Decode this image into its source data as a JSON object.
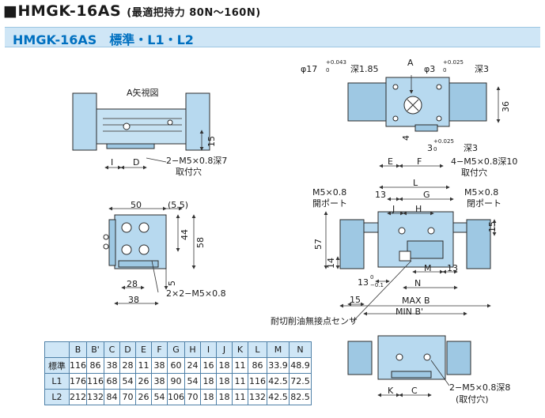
{
  "header": {
    "title": "■HMGK-16AS",
    "subtitle": "(最適把持力 80N～160N)",
    "banner": "HMGK-16AS　標準・L1・L2"
  },
  "colors": {
    "banner_bg": "#cfe6f6",
    "banner_text": "#0070c0",
    "part_fill": "#b7d9ef",
    "part_dark": "#9ec8e3",
    "outline": "#2b2b2b",
    "dimension": "#333333"
  },
  "view_a": {
    "label": "A矢視図",
    "dim_i": "I",
    "dim_d": "D",
    "dim_15": "15",
    "note1": "2−M5×0.8深7",
    "note2": "取付穴"
  },
  "side_view": {
    "dim_50": "50",
    "dim_55": "(5.5)",
    "dim_44": "44",
    "dim_58": "58",
    "dim_28": "28",
    "dim_5": "5",
    "dim_38": "38",
    "note": "2×2−M5×0.8"
  },
  "top_right": {
    "bore17": "φ17",
    "bore17_tol_top": "+0.043",
    "bore17_tol_bot": "0",
    "bore17_depth": "深1.85",
    "arrow_a": "A",
    "bore3": "φ3",
    "bore3_tol_top": "+0.025",
    "bore3_tol_bot": "0",
    "bore3_depth": "深3",
    "dim_36": "36",
    "dim_4": "4",
    "slot3": "3",
    "slot3_tol_top": "+0.025",
    "slot3_tol_bot": "0",
    "slot_depth": "深3",
    "dim_e": "E",
    "dim_f": "F",
    "note1": "4−M5×0.8深10",
    "note2": "取付穴"
  },
  "front_right": {
    "port_left_1": "M5×0.8",
    "port_left_2": "開ポート",
    "port_right_1": "M5×0.8",
    "port_right_2": "閉ポート",
    "dim_l": "L",
    "dim_13": "13",
    "dim_g": "G",
    "dim_j": "J",
    "dim_h": "H",
    "dim_15": "15",
    "dim_57": "57",
    "dim_14": "14",
    "dim_m": "M",
    "dim_13b": "13",
    "dim_13c": "13",
    "tol_13_top": "0",
    "tol_13_bot": "−0.1",
    "dim_n": "N",
    "dim_15b": "15",
    "max_b": "MAX B",
    "min_b": "MIN B'",
    "sensor_note": "耐切削油無接点センサ"
  },
  "bottom_view": {
    "dim_k": "K",
    "dim_c": "C",
    "note1": "2−M5×0.8深8",
    "note2": "(取付穴)"
  },
  "table": {
    "headers": [
      "",
      "B",
      "B'",
      "C",
      "D",
      "E",
      "F",
      "G",
      "H",
      "I",
      "J",
      "K",
      "L",
      "M",
      "N"
    ],
    "rows": [
      [
        "標準",
        "116",
        "86",
        "38",
        "28",
        "11",
        "38",
        "60",
        "24",
        "16",
        "18",
        "11",
        "86",
        "33.9",
        "48.9"
      ],
      [
        "L1",
        "176",
        "116",
        "68",
        "54",
        "26",
        "38",
        "90",
        "54",
        "18",
        "18",
        "11",
        "116",
        "42.5",
        "72.5"
      ],
      [
        "L2",
        "212",
        "132",
        "84",
        "70",
        "26",
        "54",
        "106",
        "70",
        "18",
        "18",
        "11",
        "132",
        "42.5",
        "82.5"
      ]
    ]
  }
}
